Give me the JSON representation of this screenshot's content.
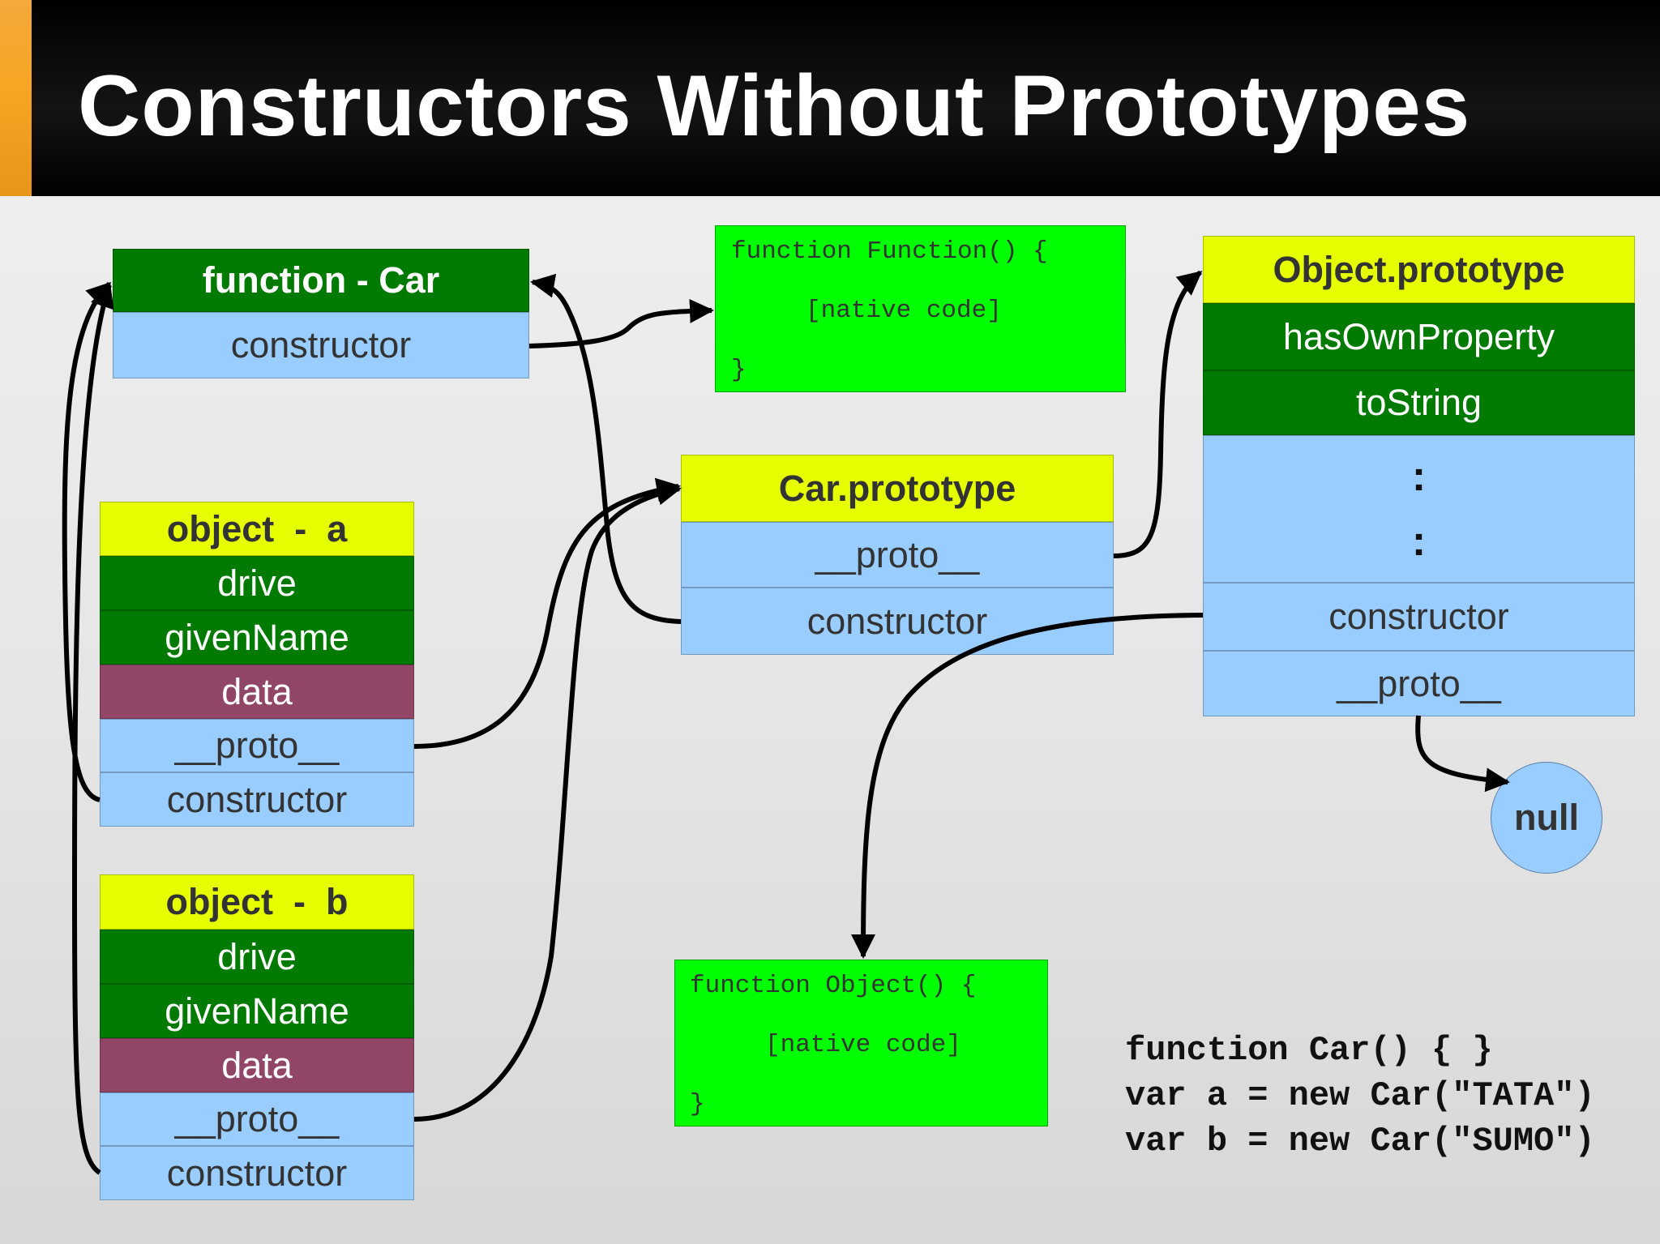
{
  "title": "Constructors Without Prototypes",
  "colors": {
    "yellow": "#e5ff00",
    "dark_green": "#007a00",
    "light_blue": "#99ccff",
    "maroon": "#914567",
    "bright_green": "#00ff00",
    "accent_orange": "#f5a623"
  },
  "car_function": {
    "header": "function - Car",
    "constructor": "constructor"
  },
  "function_function": {
    "line1": "function Function() {",
    "line2": "[native code]",
    "line3": "}"
  },
  "object_prototype": {
    "header": "Object.prototype",
    "has_own_property": "hasOwnProperty",
    "to_string": "toString",
    "dot": ":",
    "constructor": "constructor",
    "proto": "__proto__"
  },
  "car_prototype": {
    "header": "Car.prototype",
    "proto": "__proto__",
    "constructor": "constructor"
  },
  "object_a": {
    "header": "object  -  a",
    "drive": "drive",
    "given_name": "givenName",
    "data": "data",
    "proto": "__proto__",
    "constructor": "constructor"
  },
  "object_b": {
    "header": "object  -  b",
    "drive": "drive",
    "given_name": "givenName",
    "data": "data",
    "proto": "__proto__",
    "constructor": "constructor"
  },
  "null_node": "null",
  "function_object": {
    "line1": "function Object() {",
    "line2": "[native code]",
    "line3": "}"
  },
  "code_snippet": [
    "function Car() { }",
    "var a = new Car(\"TATA\")",
    "var b = new Car(\"SUMO\")"
  ]
}
